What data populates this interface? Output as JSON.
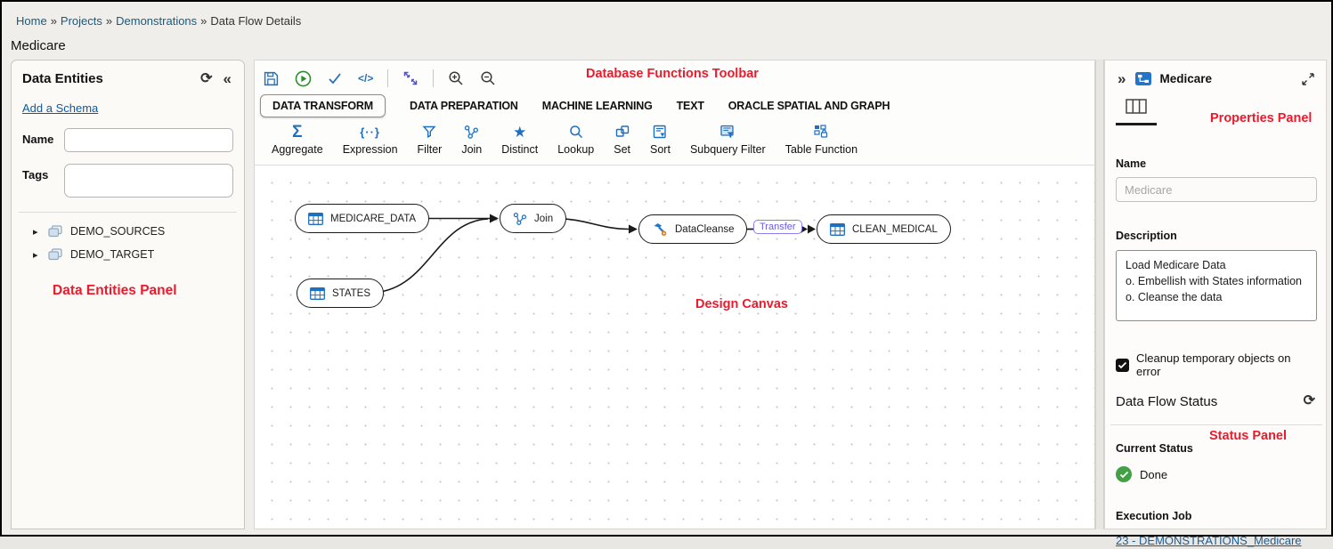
{
  "colors": {
    "accent_blue": "#1f6fc0",
    "annotation_red": "#ea1b2d",
    "status_green": "#43a047",
    "transfer_purple": "#8b7ff2",
    "link_blue": "#0d5a9e"
  },
  "breadcrumb": {
    "links": [
      "Home",
      "Projects",
      "Demonstrations"
    ],
    "separator": "»",
    "current": "Data Flow Details"
  },
  "page_title": "Medicare",
  "annotations": {
    "data_entities": "Data Entities Panel",
    "toolbar": "Database Functions Toolbar",
    "canvas": "Design Canvas",
    "properties": "Properties Panel",
    "status": "Status Panel"
  },
  "data_entities": {
    "title": "Data Entities",
    "icons": [
      "refresh-icon",
      "collapse-panel-icon"
    ],
    "collapse_glyph": "«",
    "add_schema": "Add a Schema",
    "name_label": "Name",
    "name_value": "",
    "tags_label": "Tags",
    "tags_value": "",
    "tree": [
      {
        "label": "DEMO_SOURCES",
        "icon": "schema-icon",
        "expanded": false
      },
      {
        "label": "DEMO_TARGET",
        "icon": "schema-icon",
        "expanded": false
      }
    ],
    "caret_glyph": "▸"
  },
  "toolbar": {
    "buttons": [
      "save-icon",
      "execute-icon",
      "validate-icon",
      "code-icon",
      "fit-to-screen-icon",
      "zoom-in-icon",
      "zoom-out-icon"
    ],
    "code_glyph": "</>"
  },
  "function_tabs": [
    {
      "label": "DATA TRANSFORM",
      "selected": true
    },
    {
      "label": "DATA PREPARATION",
      "selected": false
    },
    {
      "label": "MACHINE LEARNING",
      "selected": false
    },
    {
      "label": "TEXT",
      "selected": false
    },
    {
      "label": "ORACLE SPATIAL AND GRAPH",
      "selected": false
    }
  ],
  "functions": [
    {
      "label": "Aggregate",
      "icon": "aggregate-icon",
      "glyph": "Σ"
    },
    {
      "label": "Expression",
      "icon": "expression-icon",
      "glyph": "{··}"
    },
    {
      "label": "Filter",
      "icon": "filter-icon"
    },
    {
      "label": "Join",
      "icon": "join-icon"
    },
    {
      "label": "Distinct",
      "icon": "distinct-icon",
      "glyph": "★"
    },
    {
      "label": "Lookup",
      "icon": "lookup-icon"
    },
    {
      "label": "Set",
      "icon": "set-icon"
    },
    {
      "label": "Sort",
      "icon": "sort-icon"
    },
    {
      "label": "Subquery Filter",
      "icon": "subquery-filter-icon"
    },
    {
      "label": "Table Function",
      "icon": "table-function-icon"
    }
  ],
  "canvas": {
    "nodes": [
      {
        "label": "MEDICARE_DATA",
        "type": "table"
      },
      {
        "label": "STATES",
        "type": "table"
      },
      {
        "label": "Join",
        "type": "join"
      },
      {
        "label": "DataCleanse",
        "type": "cleanse"
      },
      {
        "label": "CLEAN_MEDICAL",
        "type": "table"
      }
    ],
    "edge_label": "Transfer"
  },
  "properties": {
    "title": "Medicare",
    "icons": [
      "expand-panel-icon",
      "dataflow-icon",
      "maximize-icon",
      "columns-tab-icon"
    ],
    "expand_glyph": "»",
    "name_label": "Name",
    "name_value": "",
    "name_placeholder": "Medicare",
    "description_label": "Description",
    "description_value": "Load Medicare Data\no. Embellish with States information\no. Cleanse the data",
    "cleanup_label": "Cleanup temporary objects on error",
    "cleanup_checked": true,
    "cleanup_checked_attr": "checked",
    "status_title": "Data Flow Status",
    "current_status_label": "Current Status",
    "current_status_value": "Done",
    "execution_job_label": "Execution Job",
    "execution_job_link": "23 - DEMONSTRATIONS_Medicare"
  }
}
